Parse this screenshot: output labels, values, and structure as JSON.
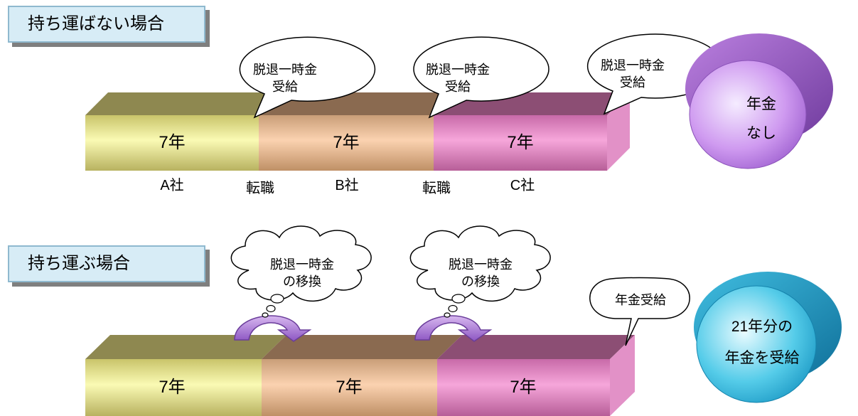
{
  "case1": {
    "label": "持ち運ばない場合",
    "segments": [
      {
        "years": "7年",
        "company": "A社"
      },
      {
        "years": "7年",
        "company": "B社"
      },
      {
        "years": "7年",
        "company": "C社"
      }
    ],
    "transitions": [
      "転職",
      "転職"
    ],
    "callouts": [
      {
        "line1": "脱退一時金",
        "line2": "受給"
      },
      {
        "line1": "脱退一時金",
        "line2": "受給"
      },
      {
        "line1": "脱退一時金",
        "line2": "受給"
      }
    ],
    "result": {
      "line1": "年金",
      "line2": "なし"
    }
  },
  "case2": {
    "label": "持ち運ぶ場合",
    "segments": [
      {
        "years": "7年"
      },
      {
        "years": "7年"
      },
      {
        "years": "7年"
      }
    ],
    "thoughts": [
      {
        "line1": "脱退一時金",
        "line2": "の移換"
      },
      {
        "line1": "脱退一時金",
        "line2": "の移換"
      }
    ],
    "callout": "年金受給",
    "result": {
      "line1": "21年分の",
      "line2": "年金を受給"
    }
  }
}
